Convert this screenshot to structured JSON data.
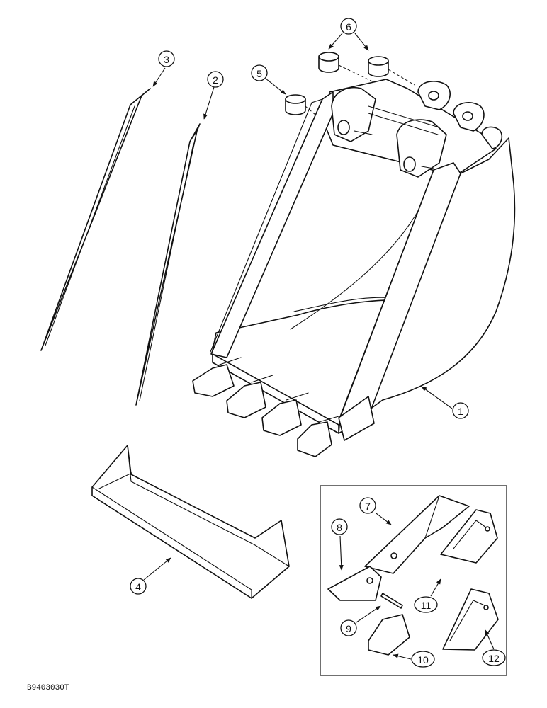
{
  "callouts": [
    {
      "id": "1",
      "label": "1"
    },
    {
      "id": "2",
      "label": "2"
    },
    {
      "id": "3",
      "label": "3"
    },
    {
      "id": "4",
      "label": "4"
    },
    {
      "id": "5",
      "label": "5"
    },
    {
      "id": "6",
      "label": "6"
    },
    {
      "id": "7",
      "label": "7"
    },
    {
      "id": "8",
      "label": "8"
    },
    {
      "id": "9",
      "label": "9"
    },
    {
      "id": "10",
      "label": "10"
    },
    {
      "id": "11",
      "label": "11"
    },
    {
      "id": "12",
      "label": "12"
    }
  ],
  "reference_code": "B9403030T"
}
